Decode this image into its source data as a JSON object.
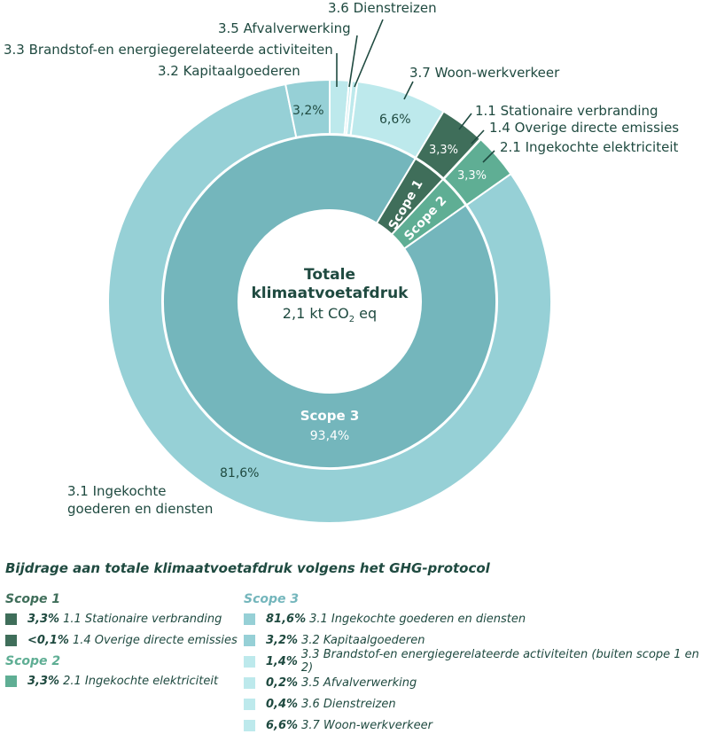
{
  "chart_data": {
    "type": "pie",
    "center": {
      "title": "Totale klimaatvoetafdruk",
      "value": "2,1 kt CO",
      "sub": "2",
      "unit": " eq"
    },
    "inner_ring": [
      {
        "name": "Scope 1",
        "value": 3.3,
        "color": "#3f6e5a"
      },
      {
        "name": "Scope 2",
        "value": 3.3,
        "color": "#5fae94"
      },
      {
        "name": "Scope 3",
        "value": 93.4,
        "label": "93,4%",
        "color": "#74b6bc"
      }
    ],
    "outer_ring": [
      {
        "name": "3.3 Brandstof-en energiegerelateerde activiteiten",
        "value": 1.4,
        "color": "#bde9ec"
      },
      {
        "name": "3.5 Afvalverwerking",
        "value": 0.2,
        "color": "#bde9ec"
      },
      {
        "name": "3.6 Dienstreizen",
        "value": 0.4,
        "color": "#bde9ec"
      },
      {
        "name": "3.7 Woon-werkverkeer",
        "value": 6.6,
        "label": "6,6%",
        "color": "#bde9ec"
      },
      {
        "name": "1.1 Stationaire verbranding",
        "value": 3.3,
        "label": "3,3%",
        "color": "#3f6e5a"
      },
      {
        "name": "1.4 Overige directe emissies",
        "value": 0.05,
        "color": "#3f6e5a"
      },
      {
        "name": "2.1 Ingekochte elektriciteit",
        "value": 3.3,
        "label": "3,3%",
        "color": "#5fae94"
      },
      {
        "name": "3.1 Ingekochte goederen en diensten",
        "value": 81.6,
        "label": "81,6%",
        "color": "#96d0d6"
      },
      {
        "name": "3.2 Kapitaalgoederen",
        "value": 3.2,
        "label": "3,2%",
        "color": "#96d0d6"
      }
    ],
    "callouts": {
      "c36": "3.6 Dienstreizen",
      "c35": "3.5 Afvalverwerking",
      "c33": "3.3 Brandstof-en energiegerelateerde activiteiten",
      "c32": "3.2 Kapitaalgoederen",
      "c37": "3.7 Woon-werkverkeer",
      "c11": "1.1 Stationaire verbranding",
      "c14": "1.4 Overige directe emissies",
      "c21": "2.1 Ingekochte elektriciteit",
      "c31a": "3.1 Ingekochte",
      "c31b": "goederen en diensten"
    }
  },
  "legend": {
    "title": "Bijdrage aan totale klimaatvoetafdruk volgens het GHG-protocol",
    "groups": [
      {
        "title": "Scope 1",
        "color": "#3f6e5a",
        "items": [
          {
            "pct": "3,3%",
            "label": "1.1 Stationaire verbranding",
            "color": "#3f6e5a"
          },
          {
            "pct": "<0,1%",
            "label": "1.4 Overige directe emissies",
            "color": "#3f6e5a"
          }
        ]
      },
      {
        "title": "Scope 2",
        "color": "#5fae94",
        "items": [
          {
            "pct": "3,3%",
            "label": "2.1 Ingekochte elektriciteit",
            "color": "#5fae94"
          }
        ]
      },
      {
        "title": "Scope 3",
        "color": "#74b6bc",
        "items": [
          {
            "pct": "81,6%",
            "label": "3.1 Ingekochte goederen en diensten",
            "color": "#96d0d6"
          },
          {
            "pct": "3,2%",
            "label": "3.2 Kapitaalgoederen",
            "color": "#96d0d6"
          },
          {
            "pct": "1,4%",
            "label": "3.3 Brandstof-en energiegerelateerde activiteiten (buiten scope 1 en 2)",
            "color": "#bde9ec"
          },
          {
            "pct": "0,2%",
            "label": "3.5 Afvalverwerking",
            "color": "#bde9ec"
          },
          {
            "pct": "0,4%",
            "label": "3.6 Dienstreizen",
            "color": "#bde9ec"
          },
          {
            "pct": "6,6%",
            "label": "3.7 Woon-werkverkeer",
            "color": "#bde9ec"
          }
        ]
      }
    ]
  }
}
